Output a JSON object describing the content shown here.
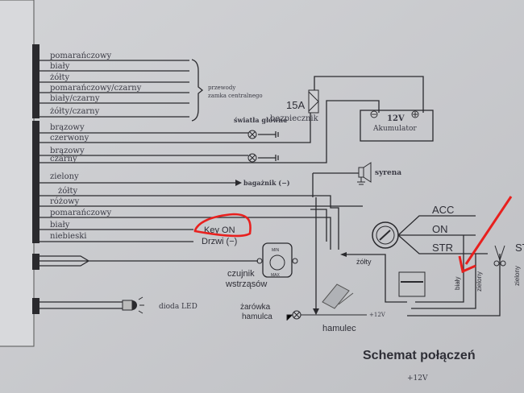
{
  "wires_group1": [
    "pomarańczowy",
    "biały",
    "żółty",
    "pomarańczowy/czarny",
    "biały/czarny",
    "żółty/czarny"
  ],
  "central_lock_label": [
    "przewody",
    "zamka centralnego"
  ],
  "wires_group2": [
    "brązowy",
    "czerwony",
    "brązowy",
    "czarny",
    "zielony",
    "żółty",
    "różowy",
    "pomarańczowy",
    "biały",
    "niebieski"
  ],
  "fuse": {
    "rating": "15A",
    "label": "bezpiecznik"
  },
  "headlights_label": "światła główne",
  "battery": {
    "voltage": "12V",
    "label": "Akumulator"
  },
  "trunk_label": "bagażnik (−)",
  "siren_label": "syrena",
  "key_on_label": "Key ON",
  "doors_label": "Drzwi (−)",
  "shock_sensor": {
    "min": "MIN",
    "max": "MAX",
    "label1": "czujnik",
    "label2": "wstrząsów"
  },
  "led_label": "dioda LED",
  "brake_light_label": [
    "żarówka",
    "hamulca"
  ],
  "brake_label": "hamulec",
  "plus12v": "+12V",
  "yellow_label": "żółty",
  "ignition": [
    "ACC",
    "ON",
    "STR"
  ],
  "relay_wires": [
    "biały",
    "zielony",
    "zielony"
  ],
  "st_label": "ST",
  "title": "Schemat połączeń",
  "bottom_voltage": "+12V",
  "colors": {
    "annotation": "#e8201e",
    "paper": "#c9cacc",
    "ink": "#2a2a2e"
  }
}
